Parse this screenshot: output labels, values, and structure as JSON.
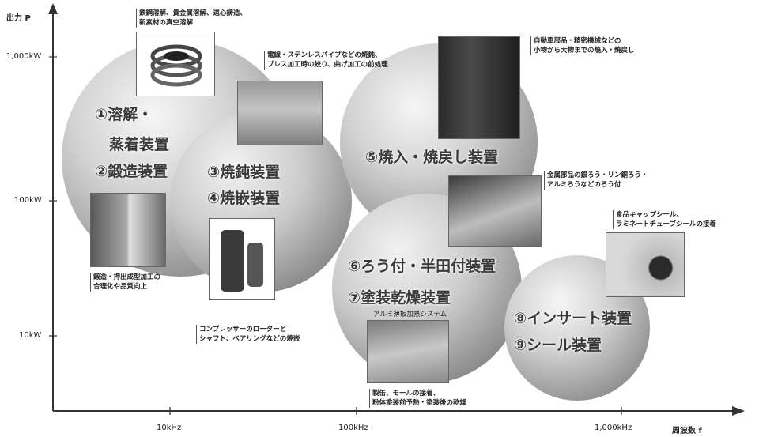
{
  "axes": {
    "y_label": "出力 P",
    "x_label": "周波数 f",
    "y_ticks": [
      "1,000kW",
      "100kW",
      "10kW"
    ],
    "x_ticks": [
      "10kHz",
      "100kHz",
      "1,000kHz"
    ]
  },
  "groups": [
    {
      "titles": [
        "①溶解・",
        "蒸着装置",
        "②鍛造装置"
      ]
    },
    {
      "titles": [
        "③焼鈍装置",
        "④焼嵌装置"
      ]
    },
    {
      "titles": [
        "⑤焼入・焼戻し装置"
      ]
    },
    {
      "titles": [
        "⑥ろう付・半田付装置",
        "⑦塗装乾燥装置"
      ]
    },
    {
      "titles": [
        "⑧インサート装置",
        "⑨シール装置"
      ]
    }
  ],
  "captions": {
    "melting": [
      "鉄鋼溶解、貴金属溶解、遠心鋳造、",
      "新素材の真空溶解"
    ],
    "pipe": [
      "電線・ステンレスパイプなどの焼鈍、",
      "プレス加工時の絞り、曲げ加工の前処理"
    ],
    "auto_parts": [
      "自動車部品・精密機械などの",
      "小物から大物までの焼入・焼戻し"
    ],
    "brazing": [
      "金属部品の銀ろう・リン銅ろう・",
      "アルミろうなどのろう付"
    ],
    "food_seal": [
      "食品キャップシール、",
      "ラミネートチューブシールの接着"
    ],
    "forging": [
      "鍛造・押出成型加工の",
      "合理化や品質向上"
    ],
    "compressor": [
      "コンプレッサーのローターと",
      "シャフト、ベアリングなどの焼嵌"
    ],
    "aluminum_title": "アルミ薄板加熱システム",
    "can_mold": [
      "製缶、モールの接着、",
      "粉体塗装前予熱・塗装後の乾燥"
    ]
  },
  "colors": {
    "sphere_light": "#f4f4f4",
    "sphere_dark": "#8a8a8a",
    "axis": "#333333"
  }
}
